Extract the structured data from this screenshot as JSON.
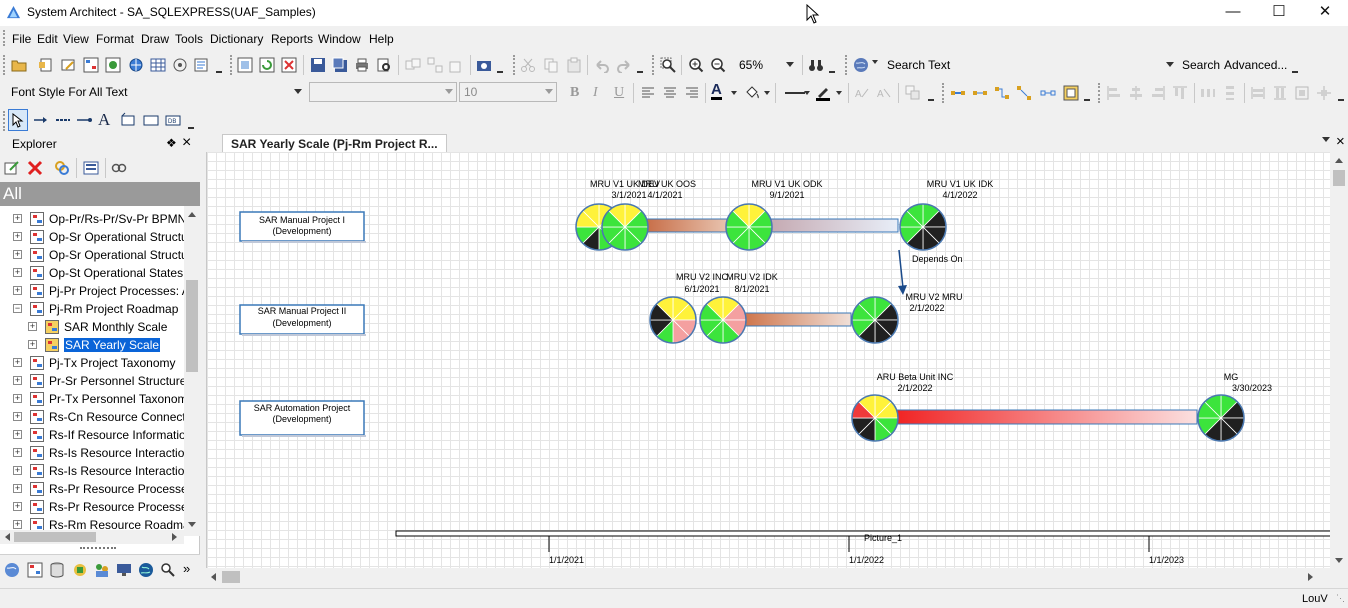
{
  "window": {
    "title": "System Architect - SA_SQLEXPRESS(UAF_Samples)"
  },
  "menu": [
    "File",
    "Edit",
    "View",
    "Format",
    "Draw",
    "Tools",
    "Dictionary",
    "Reports",
    "Window",
    "Help"
  ],
  "toolbar": {
    "zoom_value": "65%",
    "search_placeholder": "Search Text",
    "search_label": "Search",
    "advanced_label": "Advanced..."
  },
  "format_bar": {
    "font_style": "Font Style For All Text",
    "font_name": "",
    "font_size": "10"
  },
  "explorer": {
    "title": "Explorer",
    "pin_glyph": "❖",
    "close_glyph": "×",
    "all_label": "All",
    "items": [
      {
        "label": "Op-Pr/Rs-Pr/Sv-Pr BPMN F",
        "level": 0,
        "expander": "+",
        "selected": false
      },
      {
        "label": "Op-Sr Operational Structure",
        "level": 0,
        "expander": "+",
        "selected": false
      },
      {
        "label": "Op-Sr Operational Structure",
        "level": 0,
        "expander": "+",
        "selected": false
      },
      {
        "label": "Op-St Operational States",
        "level": 0,
        "expander": "+",
        "selected": false
      },
      {
        "label": "Pj-Pr Project Processes: Act",
        "level": 0,
        "expander": "+",
        "selected": false
      },
      {
        "label": "Pj-Rm Project Roadmap",
        "level": 0,
        "expander": "−",
        "selected": false
      },
      {
        "label": "SAR Monthly Scale",
        "level": 1,
        "expander": "+",
        "selected": false
      },
      {
        "label": "SAR Yearly Scale",
        "level": 1,
        "expander": "+",
        "selected": true
      },
      {
        "label": "Pj-Tx Project Taxonomy",
        "level": 0,
        "expander": "+",
        "selected": false
      },
      {
        "label": "Pr-Sr Personnel Structure",
        "level": 0,
        "expander": "+",
        "selected": false
      },
      {
        "label": "Pr-Tx Personnel Taxonomy",
        "level": 0,
        "expander": "+",
        "selected": false
      },
      {
        "label": "Rs-Cn Resource Connectivi",
        "level": 0,
        "expander": "+",
        "selected": false
      },
      {
        "label": "Rs-If Resource Information:",
        "level": 0,
        "expander": "+",
        "selected": false
      },
      {
        "label": "Rs-Is Resource Interaction S",
        "level": 0,
        "expander": "+",
        "selected": false
      },
      {
        "label": "Rs-Is Resource Interaction S",
        "level": 0,
        "expander": "+",
        "selected": false
      },
      {
        "label": "Rs-Pr Resource Processes:",
        "level": 0,
        "expander": "+",
        "selected": false
      },
      {
        "label": "Rs-Pr Resource Processes:",
        "level": 0,
        "expander": "+",
        "selected": false
      },
      {
        "label": "Rs-Rm Resource Roadmap:",
        "level": 0,
        "expander": "+",
        "selected": false
      }
    ]
  },
  "diagram": {
    "tab_title": "SAR Yearly Scale (Pj-Rm Project R...",
    "projects": [
      {
        "line1": "SAR Manual Project I",
        "line2": "(Development)"
      },
      {
        "line1": "SAR Manual Project II",
        "line2": "(Development)"
      },
      {
        "line1": "SAR Automation Project",
        "line2": "(Development)"
      }
    ],
    "milestones": [
      {
        "name": "MRU V1 UK DEV",
        "date": "3/1/2021"
      },
      {
        "name": "MRU UK OOS",
        "date": "4/1/2021"
      },
      {
        "name": "MRU V1 UK ODK",
        "date": "9/1/2021"
      },
      {
        "name": "MRU V1 UK IDK",
        "date": "4/1/2022"
      },
      {
        "name": "MRU V2 INC",
        "date": "6/1/2021"
      },
      {
        "name": "MRU V2 IDK",
        "date": "8/1/2021"
      },
      {
        "name": "MRU V2 MRU",
        "date": "2/1/2022"
      },
      {
        "name": "ARU Beta Unit INC",
        "date": "2/1/2022"
      },
      {
        "name": "MG",
        "date": "3/30/2023"
      }
    ],
    "dependency_label": "Depends On",
    "timeline": {
      "label": "Picture_1",
      "ticks": [
        "1/1/2021",
        "1/1/2022",
        "1/1/2023"
      ]
    }
  },
  "status": {
    "user": "LouV"
  },
  "colors": {
    "accent_selected": "#0a64d8",
    "project_box_border": "#3a78b8",
    "bar_orange": "#c8673a",
    "bar_blue": "#7890b8",
    "bar_red": "#f02020",
    "pie_yellow": "#fff23a",
    "pie_green": "#3ce43c",
    "pie_black": "#202020",
    "pie_pink": "#f4a0a0"
  }
}
